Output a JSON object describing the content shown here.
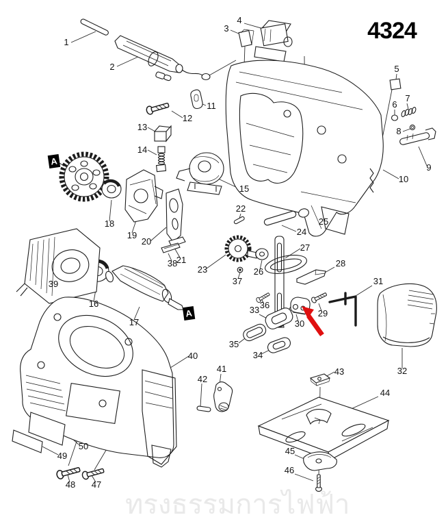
{
  "title": "4324",
  "watermark": "ทรงธรรมการไฟฟ้า",
  "detail_label": "A",
  "colors": {
    "line": "#1c1c1c",
    "arrow": "#e01010",
    "watermark": "#e9e9e9"
  },
  "parts": {
    "n1": "1",
    "n2": "2",
    "n3": "3",
    "n4": "4",
    "n5": "5",
    "n6": "6",
    "n7": "7",
    "n8": "8",
    "n9": "9",
    "n10": "10",
    "n11": "11",
    "n12": "12",
    "n13": "13",
    "n14": "14",
    "n15": "15",
    "n16": "16",
    "n17": "17",
    "n18": "18",
    "n19": "19",
    "n20": "20",
    "n21": "21",
    "n22": "22",
    "n23": "23",
    "n24": "24",
    "n25": "25",
    "n26": "26",
    "n27": "27",
    "n28": "28",
    "n29": "29",
    "n30": "30",
    "n31": "31",
    "n32": "32",
    "n33": "33",
    "n34": "34",
    "n35": "35",
    "n36": "36",
    "n37": "37",
    "n38": "38",
    "n39": "39",
    "n40": "40",
    "n41": "41",
    "n42": "42",
    "n43": "43",
    "n44": "44",
    "n45": "45",
    "n46": "46",
    "n47": "47",
    "n48": "48",
    "n49": "49",
    "n50": "50"
  }
}
